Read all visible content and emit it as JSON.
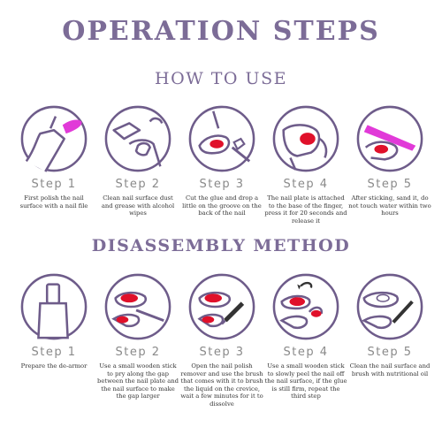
{
  "header": {
    "title": "OPERATION STEPS"
  },
  "how_to_use": {
    "title": "HOW TO USE",
    "steps": [
      {
        "label": "Step 1",
        "desc": "First polish the nail surface with a nail file"
      },
      {
        "label": "Step 2",
        "desc": "Clean nail surface dust and grease with alcohol wipes"
      },
      {
        "label": "Step 3",
        "desc": "Cut the glue and drop a little on the groove on the back of the nail"
      },
      {
        "label": "Step 4",
        "desc": "The nail plate is attached to the base of the finger, press it for 20 seconds and release it"
      },
      {
        "label": "Step 5",
        "desc": "After sticking, sand it, do not touch water within two hours"
      }
    ]
  },
  "disassembly": {
    "title": "DISASSEMBLY METHOD",
    "steps": [
      {
        "label": "Step 1",
        "desc": "Prepare the de-armor"
      },
      {
        "label": "Step 2",
        "desc": "Use a small wooden stick to pry along the gap between the nail plate and the nail surface to make the gap larger"
      },
      {
        "label": "Step 3",
        "desc": "Open the nail polish remover and use the brush that comes with it to brush the liquid on the crevice, wait a few minutes for it to dissolve"
      },
      {
        "label": "Step 4",
        "desc": "Use a small wooden stick to slowly peel the nail off the nail surface, if the glue is still firm, repeat the third step"
      },
      {
        "label": "Step 5",
        "desc": "Clean the nail surface and brush with nutritional oil"
      }
    ]
  },
  "colors": {
    "title": "#7c6c97",
    "circle": "#6e5c8a",
    "nail_pink": "#e13ad8",
    "nail_red": "#e0102a",
    "step_label": "#8a8a8a"
  },
  "icons": {
    "how_to_use": [
      "nail-file-icon",
      "alcohol-wipe-icon",
      "glue-drop-icon",
      "press-nail-icon",
      "sand-nail-icon"
    ],
    "disassembly": [
      "remover-bottle-icon",
      "wooden-stick-pry-icon",
      "brush-remover-icon",
      "peel-nail-icon",
      "nutritional-oil-icon"
    ]
  }
}
